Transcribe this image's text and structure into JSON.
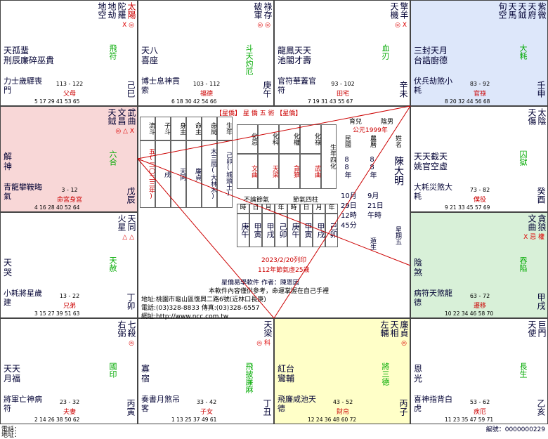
{
  "palaces": [
    {
      "id": "p1",
      "main": [
        "太陽",
        "陀羅",
        "地劫",
        "地空"
      ],
      "main_colors": [
        "#c00",
        "#003",
        "#003",
        "#003"
      ],
      "marks": [
        "X",
        "◎"
      ],
      "col2": [
        "天孤蜚破天天"
      ],
      "col3": [
        "刑辰廉碎巫貴"
      ],
      "right_small": "飛符",
      "right_stem": "己巳",
      "left_small1": "力士",
      "left_small2": "歲驛",
      "left_small3": "喪門",
      "age": "113 - 122",
      "name": "父母",
      "years": "5 17 29 41 53 65"
    },
    {
      "id": "p2",
      "main": [
        "祿存",
        "破軍"
      ],
      "marks": [
        "◎",
        "◎"
      ],
      "col2": "天八喜座",
      "right_small": "斗天灼厄",
      "right_stem": "庚午",
      "left_small1": "博士",
      "left_small2": "息神",
      "left_small3": "貫索",
      "age": "103 - 112",
      "name": "福德",
      "years": "6 18 30 42 54 66"
    },
    {
      "id": "p3",
      "main": [
        "擎羊",
        "天機"
      ],
      "marks": [
        "◎",
        "X"
      ],
      "col2": "龍鳳天天池閣才壽",
      "right_small": "血刃",
      "right_stem": "辛未",
      "left_small1": "官符",
      "left_small2": "華蓋",
      "left_small3": "官符",
      "age": "93 - 102",
      "name": "田宅",
      "years": "7 19 31 43 55 67"
    },
    {
      "id": "p4",
      "main": [
        "紫微",
        "天府",
        "天鉞",
        "天馬",
        "旬空"
      ],
      "col2": "三封天月台誥廚德",
      "right_small": "大耗",
      "right_stem": "壬申",
      "left_small1": "伏兵",
      "left_small2": "劫煞",
      "left_small3": "小耗",
      "age": "83 - 92",
      "name": "官祿",
      "years": "8 20 32 44 56 68"
    },
    {
      "id": "p5",
      "main": [
        "武曲",
        "文昌",
        "天鉞"
      ],
      "marks": [
        "◎",
        "△",
        "X"
      ],
      "col2": "解神",
      "right_small": "六合",
      "right_stem": "戊辰",
      "left_small1": "青龍",
      "left_small2": "攀鞍",
      "left_small3": "晦氣",
      "age": "3 - 12",
      "name": "命宮身宮",
      "years": "4 16 28 40 52 64"
    },
    {
      "id": "p6",
      "main": [
        "太陰",
        "天傷"
      ],
      "col2": "天天截天姚官空虛",
      "right_small": "囚獄",
      "right_stem": "癸酉",
      "left_small1": "大耗",
      "left_small2": "災煞",
      "left_small3": "大耗",
      "age": "73 - 82",
      "name": "僕役",
      "years": "9 21 33 45 57 69"
    },
    {
      "id": "p7",
      "main": [
        "天同",
        "火星"
      ],
      "marks": [
        "△",
        "△"
      ],
      "col2": "天哭",
      "right_small": "天赦",
      "right_stem": "丁卯",
      "left_small1": "小耗",
      "left_small2": "將星",
      "left_small3": "歲建",
      "age": "13 - 22",
      "name": "兄弟",
      "years": "3 15 27 39 51 63"
    },
    {
      "id": "p8",
      "main": [
        "貪狼",
        "文曲"
      ],
      "marks": [
        "X",
        "忌",
        "權"
      ],
      "col2": "陰煞",
      "right_small": "吞陷",
      "right_stem": "甲戌",
      "left_small1": "病符",
      "left_small2": "天煞",
      "left_small3": "龍德",
      "age": "63 - 72",
      "name": "遷移",
      "years": "10 22 34 46 58 70"
    },
    {
      "id": "p9",
      "main": [
        "七殺",
        "右弼"
      ],
      "marks": [
        "◎"
      ],
      "col2": "天天月福",
      "right_small": "國印",
      "right_stem": "丙寅",
      "left_small1": "將軍",
      "left_small2": "亡神",
      "left_small3": "病符",
      "age": "23 - 32",
      "name": "夫妻",
      "years": "2 14 26 38 50 62"
    },
    {
      "id": "p10",
      "main": [
        "天梁"
      ],
      "marks": [
        "◎",
        "科"
      ],
      "col2": "寡宿",
      "right_small": "飛披廉麻",
      "right_stem": "丁丑",
      "left_small1": "奏書",
      "left_small2": "月煞",
      "left_small3": "吊客",
      "age": "33 - 42",
      "name": "子女",
      "years": "1 13 25 37 49 61"
    },
    {
      "id": "p11",
      "main": [
        "廉貞",
        "天相",
        "左輔"
      ],
      "marks": [
        "◎"
      ],
      "col2": "紅台鸞輔",
      "right_small": "將三德",
      "right_stem": "丙子",
      "left_small1": "飛廉",
      "left_small2": "咸池",
      "left_small3": "天德",
      "age": "43 - 52",
      "name": "財帛",
      "years": "12 24 36 48 60 72"
    },
    {
      "id": "p12",
      "main": [
        "巨門",
        "天使"
      ],
      "col2": "恩光",
      "right_small": "長生",
      "right_stem": "乙亥",
      "left_small1": "喜神",
      "left_small2": "指背",
      "left_small3": "白虎",
      "age": "53 - 62",
      "name": "疾厄",
      "years": "11 23 35 47 59 71"
    }
  ],
  "center": {
    "header": "【星僑】 星 僑 五 術 【星僑】",
    "cols": [
      "流斗",
      "子斗",
      "身主",
      "命主",
      "命局",
      "生年"
    ],
    "col_vals": [
      "五(二〇二三年)",
      "戌",
      "天同",
      "廉貞",
      "木三局(大林木)",
      "己卯(城頭土)"
    ],
    "hua": [
      "化忌",
      "化科",
      "化權",
      "化祿"
    ],
    "hua_vals": [
      "文曲",
      "天梁",
      "貪狼",
      "武曲"
    ],
    "sihua": "生年四化",
    "yin": "育兒",
    "gender": "陰男",
    "year": "公元1999年",
    "minguo_label": "民國",
    "minguo": "88年",
    "nongli_label": "農曆",
    "nongli": "88年",
    "name_label": "姓名",
    "name": "陳大明",
    "birth1": [
      "10月",
      "29日",
      "12時",
      "45分"
    ],
    "birth2": [
      "9月",
      "21日",
      "午時"
    ],
    "jieqi_label": "不論節氣",
    "jieqi2_label": "節氣四柱",
    "sizhu_head": [
      "時",
      "日",
      "月",
      "年",
      "時",
      "日",
      "月",
      "年"
    ],
    "sizhu_vals": [
      "庚午",
      "甲寅",
      "甲戌",
      "己卯",
      "庚午",
      "甲寅",
      "甲戌",
      "己卯"
    ],
    "date": "2023/2/20列印",
    "age_line": "112年節氣虛25歲",
    "xingqi": "星期五",
    "dunsheng": "遁生",
    "software": "星僑易學軟件 作者：陳恩因",
    "note": "本軟件內容僅供參考，命運掌握在自己手裡",
    "address": "地址:桃園市龜山區復興二路6號(近林口長庚)",
    "tel": "電話:(03)328-8833 傳真:(03)328-6557",
    "web": "網址:http://www.ncc.com.tw"
  },
  "footer": {
    "tel": "電話：",
    "addr": "地址：",
    "serial": "編號：0000000229"
  },
  "colors": {
    "red_bg": "#f8d7d7",
    "green_bg": "#d8f0d8",
    "yellow_bg": "#ffffc8",
    "blue_bg": "#dde7fa",
    "accent": "#c00"
  }
}
